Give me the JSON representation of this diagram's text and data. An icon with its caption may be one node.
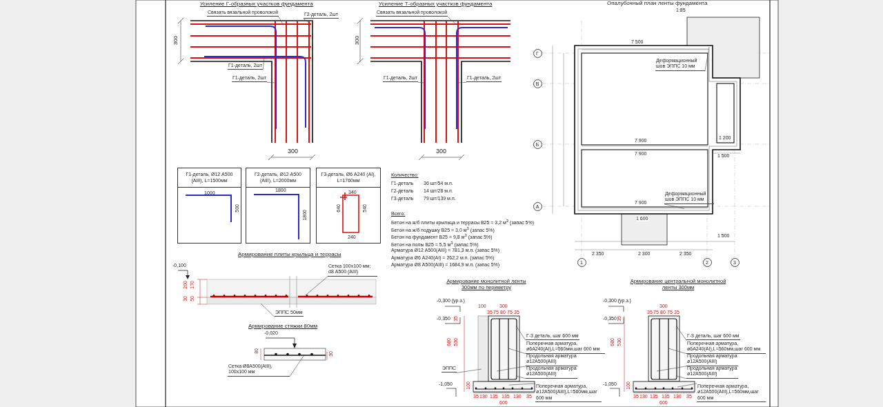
{
  "diagram": {
    "title": "Опалубочный план ленты фундамента",
    "nodes": [
      {
        "text": [
          "Связать вязальной проволокой"
        ]
      },
      {
        "text": [
          "Г2-деталь, 2шт"
        ]
      },
      {
        "text": [
          "Г1-деталь, 2шт"
        ]
      },
      {
        "text": [
          "Г1-деталь, 2шт"
        ]
      },
      {
        "text": [
          "Связать вязальной проволокой"
        ]
      },
      {
        "text": [
          "Г1-деталь, 2шт"
        ]
      },
      {
        "text": [
          "Г1-деталь, 2шт"
        ]
      },
      {
        "text": [
          "Г1-деталь, Ø12 А500 (АIII), L=1500мм",
          "1000",
          "500"
        ]
      },
      {
        "text": [
          "Г2-деталь, Ø12 А500 (АIII), L=2000мм",
          "1800",
          "1800"
        ]
      },
      {
        "text": [
          "Г3-деталь, Ø6 А240 (АI), L=1760мм",
          "340",
          "640",
          "540",
          "240"
        ]
      },
      {
        "text": [
          "Сетка 100х100 мм; d8 А500 (АIII)"
        ]
      },
      {
        "text": [
          "ЭППС 50мм"
        ]
      },
      {
        "text": [
          "Сетка Ø8А500(АIII), 100х100 мм"
        ]
      },
      {
        "text": [
          "Деформационный шов ЭППС 10 мм"
        ]
      },
      {
        "text": [
          "Деформационный шов ЭППС 10 мм"
        ]
      },
      {
        "text": [
          "Г-3 деталь, шаг 600 мм"
        ]
      },
      {
        "text": [
          "Поперечная арматура, ø6А240(АI),L=560мм,шаг 600 мм"
        ]
      },
      {
        "text": [
          "Продольная арматура ø12А500(АIII)"
        ]
      },
      {
        "text": [
          "Продольная арматура ø12А500(АIII)"
        ]
      },
      {
        "text": [
          "Поперечная арматура, ø12А500(АIII),L=560мм,шаг 600 мм"
        ]
      },
      {
        "text": [
          "ЭППС"
        ]
      },
      {
        "text": [
          "Г-3 деталь, шаг 600 мм"
        ]
      },
      {
        "text": [
          "Поперечная арматура, ø6А240(АI),L=560мм,шаг 600 мм"
        ]
      },
      {
        "text": [
          "Продольная арматура ø12А500(АIII)"
        ]
      },
      {
        "text": [
          "Продольная арматура ø12А500(АIII)"
        ]
      },
      {
        "text": [
          "Поперечная арматура, ø12А500(АIII),L=560мм,шаг 600 мм"
        ]
      },
      {
        "text": [
          "Г"
        ]
      },
      {
        "text": [
          "В"
        ]
      },
      {
        "text": [
          "Б"
        ]
      },
      {
        "text": [
          "А"
        ]
      },
      {
        "text": [
          "1"
        ]
      },
      {
        "text": [
          "2"
        ]
      },
      {
        "text": [
          "3"
        ]
      }
    ],
    "edges": [
      {
        "from": 0,
        "to": null,
        "arrow": "none"
      },
      {
        "from": 1,
        "to": null,
        "arrow": "none"
      },
      {
        "from": 2,
        "to": null,
        "arrow": "none"
      },
      {
        "from": 3,
        "to": null,
        "arrow": "none"
      },
      {
        "from": 4,
        "to": null,
        "arrow": "none"
      },
      {
        "from": 5,
        "to": null,
        "arrow": "none"
      },
      {
        "from": 6,
        "to": null,
        "arrow": "none"
      },
      {
        "from": 10,
        "to": null,
        "arrow": "none"
      },
      {
        "from": 11,
        "to": null,
        "arrow": "none"
      },
      {
        "from": 12,
        "to": null,
        "arrow": "none"
      },
      {
        "from": 13,
        "to": null,
        "arrow": "none"
      },
      {
        "from": 14,
        "to": null,
        "arrow": "none"
      },
      {
        "from": 15,
        "to": null,
        "arrow": "none"
      },
      {
        "from": 16,
        "to": null,
        "arrow": "none"
      },
      {
        "from": 17,
        "to": null,
        "arrow": "none"
      },
      {
        "from": 18,
        "to": null,
        "arrow": "none"
      },
      {
        "from": 19,
        "to": null,
        "arrow": "none"
      },
      {
        "from": 20,
        "to": null,
        "arrow": "none"
      },
      {
        "from": 21,
        "to": null,
        "arrow": "none"
      },
      {
        "from": 22,
        "to": null,
        "arrow": "none"
      },
      {
        "from": 23,
        "to": null,
        "arrow": "none"
      },
      {
        "from": 24,
        "to": null,
        "arrow": "none"
      },
      {
        "from": 25,
        "to": null,
        "arrow": "none"
      }
    ],
    "labels": [
      "Усиление Г-образных участков фундамента",
      "Усиление Т-образных участков фундамента",
      "1:85",
      "300",
      "300",
      "300",
      "300",
      "Количество:",
      "Г1-деталь",
      "36 шт/54 м.п.",
      "Г2-деталь",
      "14 шт/28 м.п.",
      "Г3-деталь",
      "79 шт/139 м.п.",
      "Всего:",
      "Бетон на ж/б плиты крыльца и террасы В25 = 3,2 м$^{3}$ (запас 5%)",
      "Бетон на ж/б подушку В25 = 3,0 м$^{3}$ (запас 5%)",
      "Бетон на фундамент В25 = 9,8 м$^{3}$ (запас 5%)",
      "Бетон на полы В25 = 5,5 м$^{3}$ (запас 5%)",
      "Арматура Ø12 А500(АIII) = 781,3 м.п. (запас 5%)",
      "Арматура Ø6 А240(АI) = 262,2 м.п. (запас 5%)",
      "Арматура Ø8 А500(АIII) = 1684,9 м.п. (запас 5%)",
      "Армирование плиты крыльца и террасы",
      "-0,100",
      "200",
      "170",
      "30",
      "50",
      "Армирование стяжки 80мм",
      "-0,020",
      "80",
      "30",
      "7 500",
      "7 900",
      "7 900",
      "7 900",
      "1 200",
      "1 500",
      "1 600",
      "2 350",
      "2 300",
      "2 350",
      "1 500",
      "Армирование монолитной ленты 300мм по периметру",
      "-0,300 (ур.з.)",
      "-0,350",
      "-1,050",
      "100",
      "300",
      "35",
      "75",
      "80",
      "75",
      "35",
      "680",
      "530",
      "35",
      "100",
      "35",
      "130",
      "135",
      "135",
      "130",
      "35",
      "600",
      "Армирование центральной монолитной ленты 300мм",
      "-0,300 (ур.з.)",
      "-0,350",
      "-1,050",
      "300",
      "35",
      "75",
      "80",
      "75",
      "35",
      "680",
      "530",
      "35",
      "100",
      "35",
      "130",
      "135",
      "135",
      "130",
      "35",
      "600"
    ]
  }
}
